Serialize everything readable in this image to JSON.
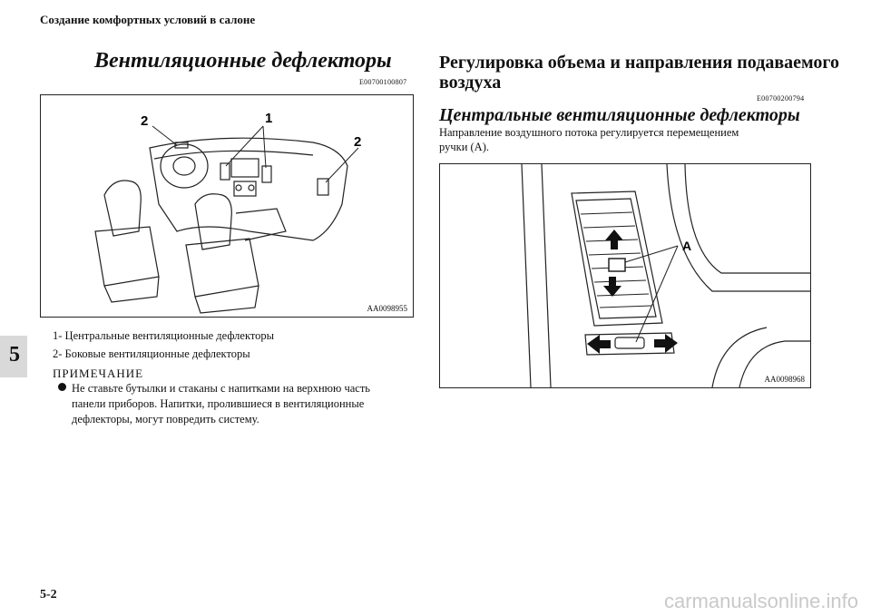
{
  "header": {
    "section_title": "Создание комфортных условий в салоне"
  },
  "chapter_tab": "5",
  "left": {
    "title": "Вентиляционные дефлекторы",
    "code": "E00700100807",
    "figure": {
      "code": "AA0098955",
      "callouts": {
        "one": "1",
        "two_left": "2",
        "two_right": "2"
      }
    },
    "legend": [
      "1-  Центральные вентиляционные дефлекторы",
      "2-  Боковые вентиляционные дефлекторы"
    ],
    "note": {
      "title": "ПРИМЕЧАНИЕ",
      "lines": [
        "Не ставьте бутылки и стаканы с напитками на верхнюю часть",
        "панели приборов. Напитки, пролившиеся в вентиляционные",
        "дефлекторы, могут повредить систему."
      ]
    }
  },
  "right": {
    "title_lines": [
      "Регулировка объема и направления подаваемого",
      "воздуха"
    ],
    "code": "E00700200794",
    "subtitle": "Центральные вентиляционные дефлекторы",
    "body_lines": [
      "Направление воздушного потока регулируется перемещением",
      "ручки (А)."
    ],
    "figure": {
      "code": "AA0098968",
      "callout": "A"
    }
  },
  "footer": {
    "page_number": "5-2",
    "watermark": "carmanualsonline.info"
  }
}
